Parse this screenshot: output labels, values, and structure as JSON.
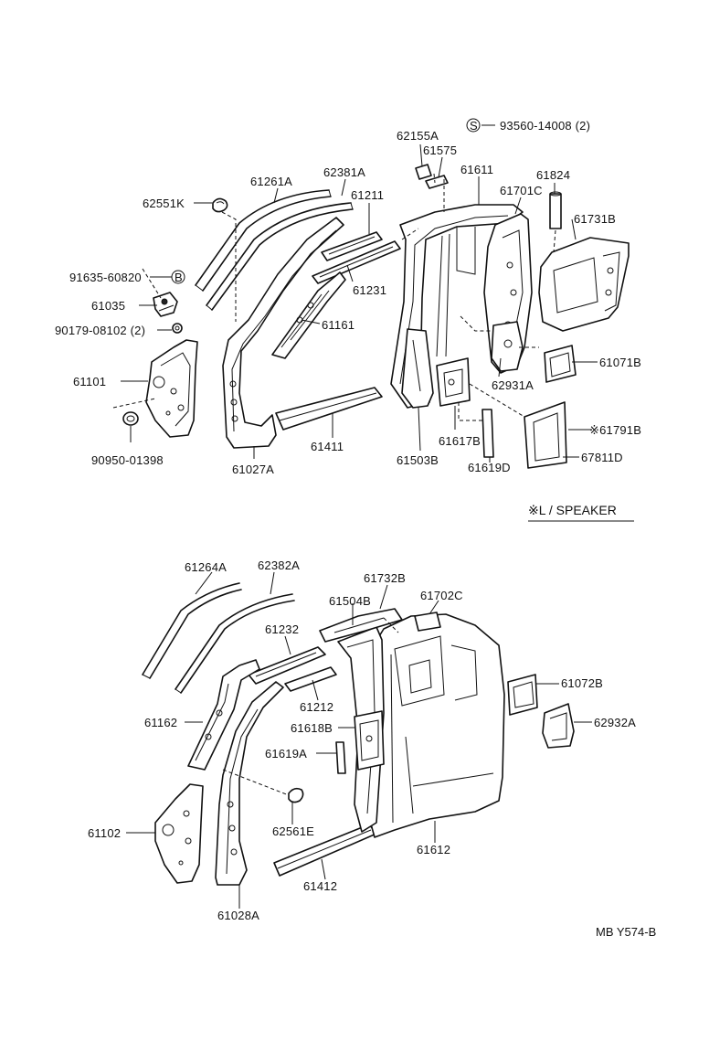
{
  "labels_upper": {
    "p62155A": "62155A",
    "p93560": "93560-14008 (2)",
    "pS_symbol": "S",
    "p61575": "61575",
    "p61611": "61611",
    "p61824": "61824",
    "p62381A": "62381A",
    "p61261A": "61261A",
    "p61211": "61211",
    "p62551K": "62551K",
    "p61701C": "61701C",
    "p61731B": "61731B",
    "p91635": "91635-60820",
    "pB_symbol": "B",
    "p61035": "61035",
    "p61231": "61231",
    "p90179": "90179-08102 (2)",
    "p61161": "61161",
    "p61071B": "61071B",
    "p61101": "61101",
    "p62931A": "62931A",
    "p61617B": "61617B",
    "p61791B": "※61791B",
    "p61411": "61411",
    "p61503B": "61503B",
    "p90950": "90950-01398",
    "p61027A": "61027A",
    "p61619D": "61619D",
    "p67811D": "67811D"
  },
  "note": "※L / SPEAKER",
  "labels_lower": {
    "p61264A": "61264A",
    "p62382A": "62382A",
    "p61732B": "61732B",
    "p61504B": "61504B",
    "p61702C": "61702C",
    "p61232": "61232",
    "p61212": "61212",
    "p61072B": "61072B",
    "p61162": "61162",
    "p61618B": "61618B",
    "p62932A": "62932A",
    "p61619A": "61619A",
    "p61102": "61102",
    "p62561E": "62561E",
    "p61612": "61612",
    "p61412": "61412",
    "p61028A": "61028A"
  },
  "reference": "MB  Y574-B"
}
